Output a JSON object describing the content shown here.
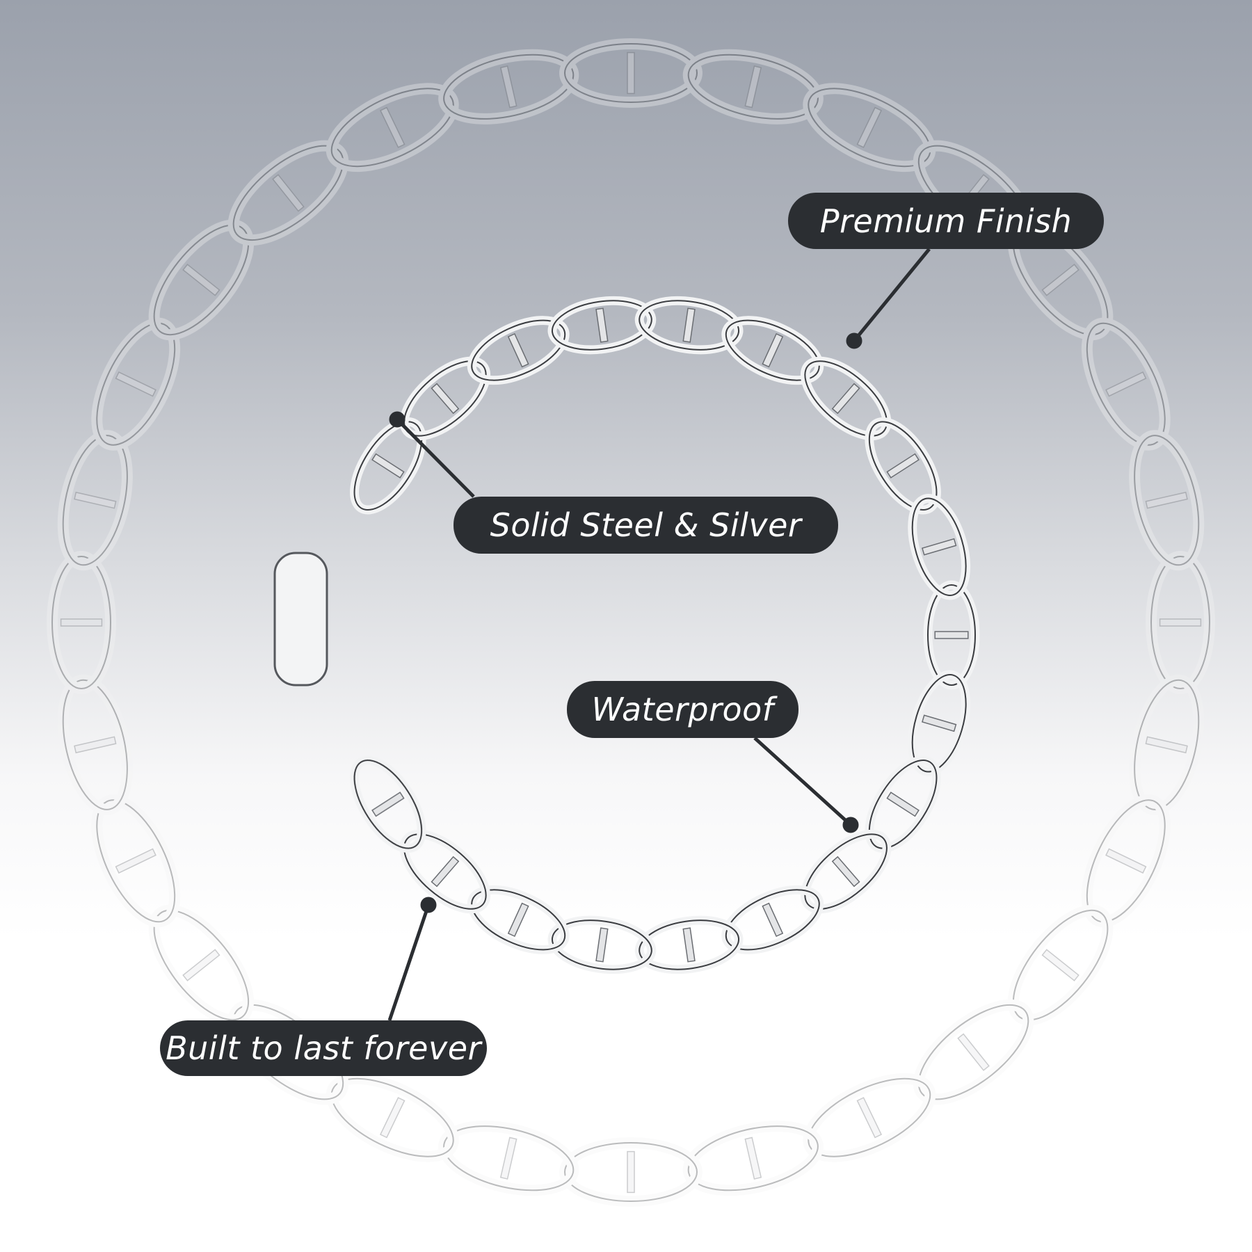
{
  "labels": {
    "premium": "Premium Finish",
    "solid": "Solid Steel & Silver",
    "waterproof": "Waterproof",
    "built": "Built to last forever"
  },
  "colors": {
    "pill": "#2b2e32",
    "pill_text": "#ffffff",
    "silver": "#e9eaec"
  }
}
